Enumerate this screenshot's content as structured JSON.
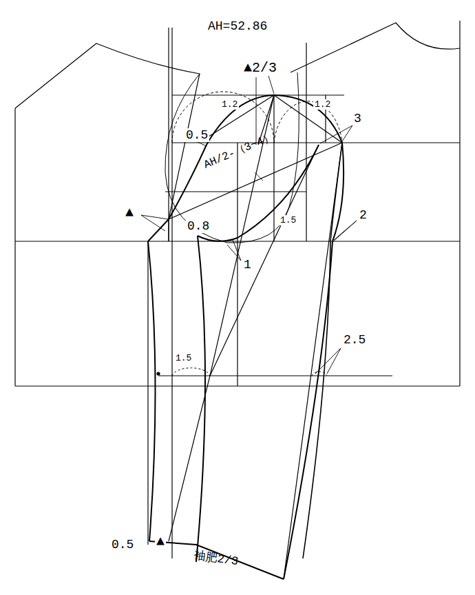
{
  "diagram": {
    "labels": [
      "AH=52.86",
      "▲2/3",
      "1.2",
      "1.2",
      "0.5",
      "3",
      "AH/2-（3~4）",
      "▲",
      "0.8",
      "1.5",
      "2",
      "1",
      "1.5",
      "2.5",
      "▲",
      "袖肥2/3",
      "0.5"
    ]
  }
}
